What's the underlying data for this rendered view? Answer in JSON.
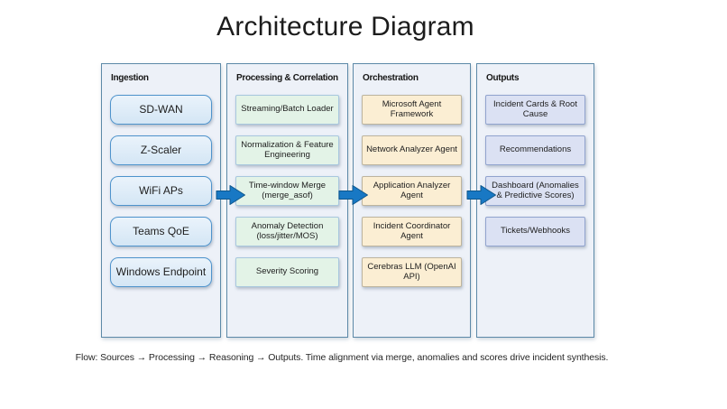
{
  "title": "Architecture Diagram",
  "footer": "Flow: Sources → Processing → Reasoning → Outputs. Time alignment via merge, anomalies and scores drive incident synthesis.",
  "colors": {
    "column_fill": "#edf1f8",
    "column_border": "#5d89a8",
    "ingestion_fill_top": "#eaf3fb",
    "ingestion_fill_bottom": "#d4e6f5",
    "ingestion_border": "#4e93cc",
    "processing_fill": "#e3f3e7",
    "processing_border": "#a8c7de",
    "orchestration_fill": "#fbeed3",
    "orchestration_border": "#bdb49e",
    "outputs_fill": "#dbe1f3",
    "outputs_border": "#91a3ce",
    "arrow_fill": "#1878c4",
    "arrow_border": "#0e568a"
  },
  "columns": [
    {
      "label": "Ingestion",
      "boxes": [
        "SD-WAN",
        "Z-Scaler",
        "WiFi APs",
        "Teams QoE",
        "Windows Endpoint"
      ]
    },
    {
      "label": "Processing & Correlation",
      "boxes": [
        "Streaming/Batch Loader",
        "Normalization & Feature Engineering",
        "Time-window Merge (merge_asof)",
        "Anomaly Detection (loss/jitter/MOS)",
        "Severity Scoring"
      ]
    },
    {
      "label": "Orchestration",
      "boxes": [
        "Microsoft Agent Framework",
        "Network Analyzer Agent",
        "Application Analyzer Agent",
        "Incident Coordinator Agent",
        "Cerebras LLM (OpenAI API)"
      ]
    },
    {
      "label": "Outputs",
      "boxes": [
        "Incident Cards & Root Cause",
        "Recommendations",
        "Dashboard (Anomalies & Predictive Scores)",
        "Tickets/Webhooks"
      ]
    }
  ]
}
